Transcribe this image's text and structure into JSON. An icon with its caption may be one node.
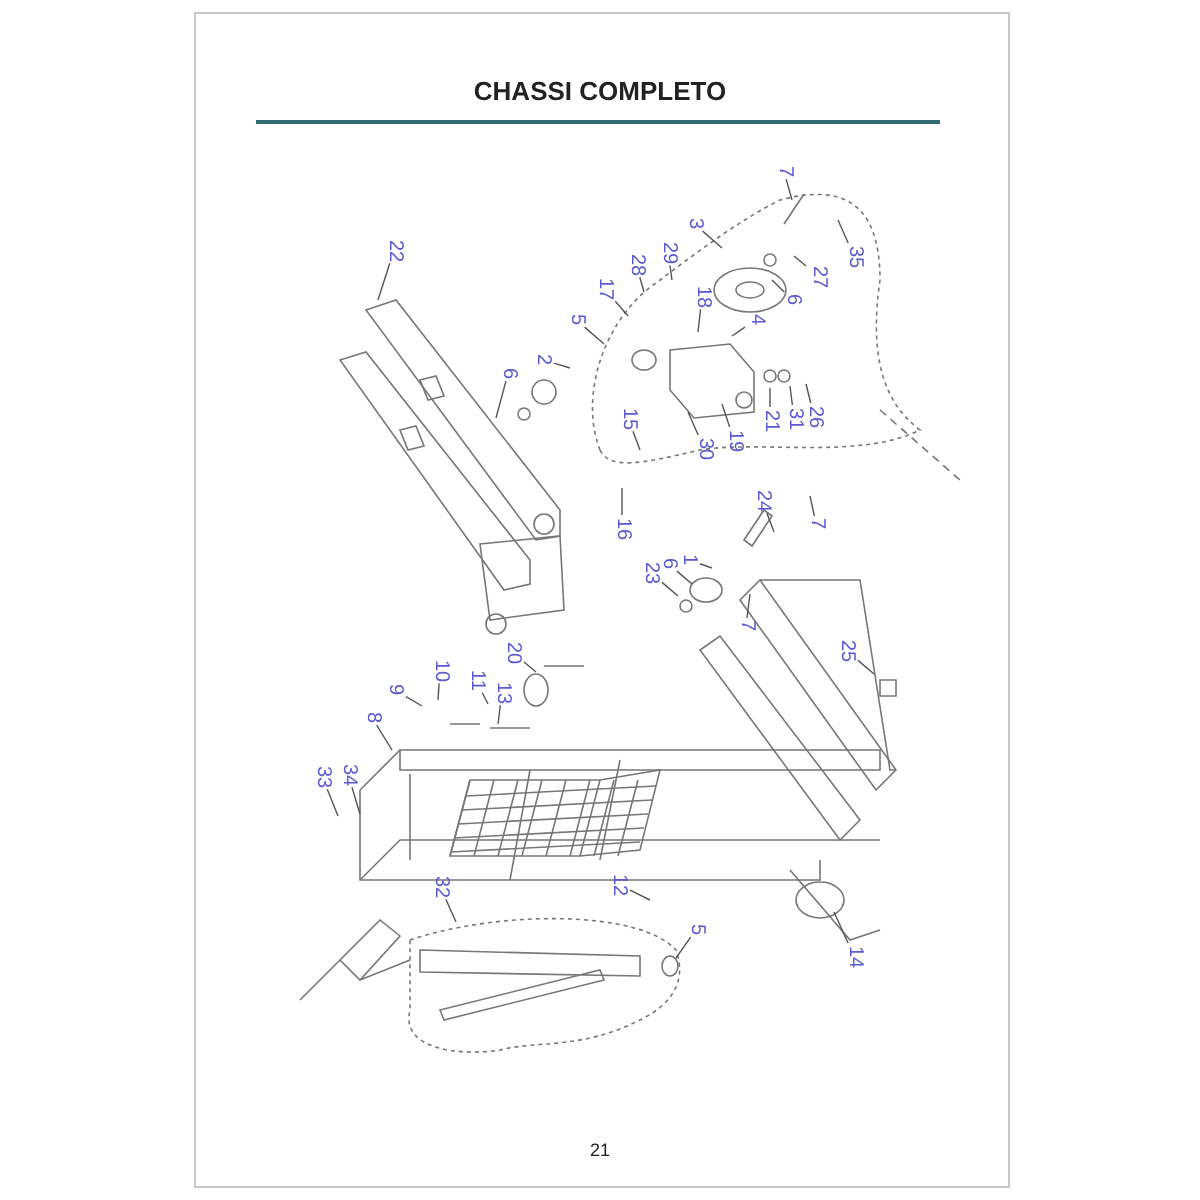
{
  "diagram": {
    "title": "CHASSI COMPLETO",
    "nodes": [
      {
        "text": [
          "22"
        ]
      },
      {
        "text": [
          "6"
        ]
      },
      {
        "text": [
          "2"
        ]
      },
      {
        "text": [
          "5"
        ]
      },
      {
        "text": [
          "17"
        ]
      },
      {
        "text": [
          "28"
        ]
      },
      {
        "text": [
          "29"
        ]
      },
      {
        "text": [
          "3"
        ]
      },
      {
        "text": [
          "18"
        ]
      },
      {
        "text": [
          "7"
        ]
      },
      {
        "text": [
          "35"
        ]
      },
      {
        "text": [
          "27"
        ]
      },
      {
        "text": [
          "6"
        ]
      },
      {
        "text": [
          "4"
        ]
      },
      {
        "text": [
          "21"
        ]
      },
      {
        "text": [
          "31"
        ]
      },
      {
        "text": [
          "26"
        ]
      },
      {
        "text": [
          "15"
        ]
      },
      {
        "text": [
          "30"
        ]
      },
      {
        "text": [
          "19"
        ]
      },
      {
        "text": [
          "16"
        ]
      },
      {
        "text": [
          "24"
        ]
      },
      {
        "text": [
          "7"
        ]
      },
      {
        "text": [
          "23"
        ]
      },
      {
        "text": [
          "6"
        ]
      },
      {
        "text": [
          "1"
        ]
      },
      {
        "text": [
          "7"
        ]
      },
      {
        "text": [
          "25"
        ]
      },
      {
        "text": [
          "20"
        ]
      },
      {
        "text": [
          "10"
        ]
      },
      {
        "text": [
          "11"
        ]
      },
      {
        "text": [
          "13"
        ]
      },
      {
        "text": [
          "9"
        ]
      },
      {
        "text": [
          "8"
        ]
      },
      {
        "text": [
          "33"
        ]
      },
      {
        "text": [
          "34"
        ]
      },
      {
        "text": [
          "12"
        ]
      },
      {
        "text": [
          "32"
        ]
      },
      {
        "text": [
          "5"
        ]
      },
      {
        "text": [
          "14"
        ]
      }
    ],
    "edges": [
      {
        "from": 0,
        "to": null,
        "arrow": "none"
      },
      {
        "from": 1,
        "to": null,
        "arrow": "none"
      },
      {
        "from": 2,
        "to": null,
        "arrow": "none"
      },
      {
        "from": 3,
        "to": null,
        "arrow": "none"
      },
      {
        "from": 4,
        "to": null,
        "arrow": "none"
      },
      {
        "from": 5,
        "to": null,
        "arrow": "none"
      },
      {
        "from": 6,
        "to": null,
        "arrow": "none"
      },
      {
        "from": 7,
        "to": null,
        "arrow": "none"
      },
      {
        "from": 8,
        "to": null,
        "arrow": "none"
      },
      {
        "from": 9,
        "to": null,
        "arrow": "none"
      },
      {
        "from": 10,
        "to": null,
        "arrow": "none"
      },
      {
        "from": 11,
        "to": null,
        "arrow": "none"
      },
      {
        "from": 12,
        "to": null,
        "arrow": "none"
      },
      {
        "from": 13,
        "to": null,
        "arrow": "none"
      },
      {
        "from": 14,
        "to": null,
        "arrow": "none"
      },
      {
        "from": 15,
        "to": null,
        "arrow": "none"
      },
      {
        "from": 16,
        "to": null,
        "arrow": "none"
      },
      {
        "from": 17,
        "to": null,
        "arrow": "none"
      },
      {
        "from": 18,
        "to": null,
        "arrow": "none"
      },
      {
        "from": 19,
        "to": null,
        "arrow": "none"
      },
      {
        "from": 20,
        "to": null,
        "arrow": "none"
      },
      {
        "from": 21,
        "to": null,
        "arrow": "none"
      },
      {
        "from": 22,
        "to": null,
        "arrow": "none"
      },
      {
        "from": 23,
        "to": null,
        "arrow": "none"
      },
      {
        "from": 24,
        "to": null,
        "arrow": "none"
      },
      {
        "from": 25,
        "to": null,
        "arrow": "none"
      },
      {
        "from": 26,
        "to": null,
        "arrow": "none"
      },
      {
        "from": 27,
        "to": null,
        "arrow": "none"
      },
      {
        "from": 28,
        "to": null,
        "arrow": "none"
      },
      {
        "from": 29,
        "to": null,
        "arrow": "none"
      },
      {
        "from": 30,
        "to": null,
        "arrow": "none"
      },
      {
        "from": 31,
        "to": null,
        "arrow": "none"
      },
      {
        "from": 32,
        "to": null,
        "arrow": "none"
      },
      {
        "from": 33,
        "to": null,
        "arrow": "none"
      },
      {
        "from": 34,
        "to": null,
        "arrow": "none"
      },
      {
        "from": 35,
        "to": null,
        "arrow": "none"
      },
      {
        "from": 36,
        "to": null,
        "arrow": "none"
      },
      {
        "from": 37,
        "to": null,
        "arrow": "none"
      },
      {
        "from": 38,
        "to": null,
        "arrow": "none"
      },
      {
        "from": 39,
        "to": null,
        "arrow": "none"
      }
    ],
    "labels": [
      "21"
    ]
  }
}
